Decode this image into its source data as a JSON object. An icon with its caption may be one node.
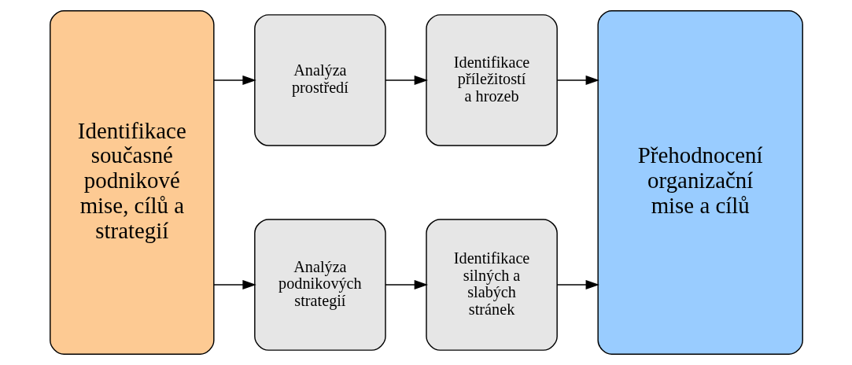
{
  "diagram": {
    "nodes": [
      {
        "text": [
          "Identifikace současné podnikové mise, cílů a strategií"
        ]
      },
      {
        "text": [
          "Analýza prostředí"
        ]
      },
      {
        "text": [
          "Identifikace příležitostí a hrozeb"
        ]
      },
      {
        "text": [
          "Analýza podnikových strategií"
        ]
      },
      {
        "text": [
          "Identifikace silných a slabých stránek"
        ]
      },
      {
        "text": [
          "Přehodnocení organizační mise a cílů"
        ]
      }
    ],
    "edges": [
      {
        "from": 0,
        "to": 1,
        "arrow": "to"
      },
      {
        "from": 1,
        "to": 2,
        "arrow": "to"
      },
      {
        "from": 2,
        "to": 5,
        "arrow": "to"
      },
      {
        "from": 0,
        "to": 3,
        "arrow": "to"
      },
      {
        "from": 3,
        "to": 4,
        "arrow": "to"
      },
      {
        "from": 4,
        "to": 5,
        "arrow": "to"
      }
    ]
  }
}
